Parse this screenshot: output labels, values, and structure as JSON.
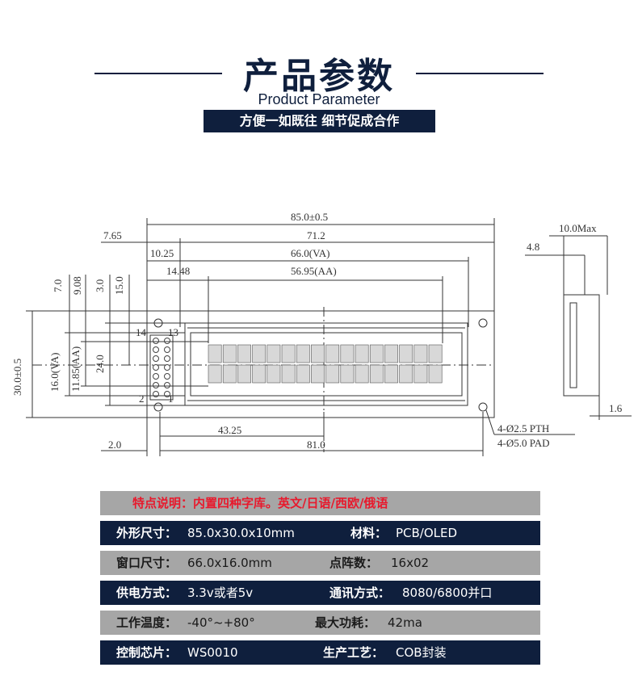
{
  "header": {
    "title_cn": "产品参数",
    "title_en": "Product Parameter",
    "subtitle": "方便一如既往  细节促成合作"
  },
  "drawing": {
    "dims": {
      "overall_width": "85.0±0.5",
      "left_offset": "7.65",
      "between_holes": "71.2",
      "va_left": "10.25",
      "va_width": "66.0(VA)",
      "aa_left": "14.48",
      "aa_width": "56.95(AA)",
      "height": "30.0±0.5",
      "va_height": "16.0(VA)",
      "aa_height": "11.85(AA)",
      "inner_height": "24.0",
      "v7": "7.0",
      "v908": "9.08",
      "v3": "3.0",
      "v15": "15.0",
      "dist_43": "43.25",
      "dist_81": "81.0",
      "dist_2": "2.0",
      "hole_pth": "4-Ø2.5 PTH",
      "hole_pad": "4-Ø5.0 PAD",
      "side_max": "10.0Max",
      "side_48": "4.8",
      "side_16": "1.6",
      "pin14": "14",
      "pin13": "13",
      "pin2": "2",
      "pin1": "1"
    }
  },
  "specs": {
    "feature": "特点说明：内置四种字库。英文/日语/西欧/俄语",
    "rows": [
      {
        "l1": "外形尺寸：",
        "v1": "85.0x30.0x10mm",
        "l2": "材料：",
        "v2": "PCB/OLED"
      },
      {
        "l1": "窗口尺寸：",
        "v1": "66.0x16.0mm",
        "l2": "点阵数：",
        "v2": "16x02"
      },
      {
        "l1": "供电方式：",
        "v1": "3.3v或者5v",
        "l2": "通讯方式：",
        "v2": "8080/6800并口"
      },
      {
        "l1": "工作温度：",
        "v1": "-40°~+80°",
        "l2": "最大功耗：",
        "v2": "42ma"
      },
      {
        "l1": "控制芯片：",
        "v1": "WS0010",
        "l2": "生产工艺：",
        "v2": "COB封装"
      }
    ]
  },
  "colors": {
    "navy": "#0f1f3d",
    "gray_row": "#a6a6a6",
    "feature_red": "#e8192c"
  }
}
